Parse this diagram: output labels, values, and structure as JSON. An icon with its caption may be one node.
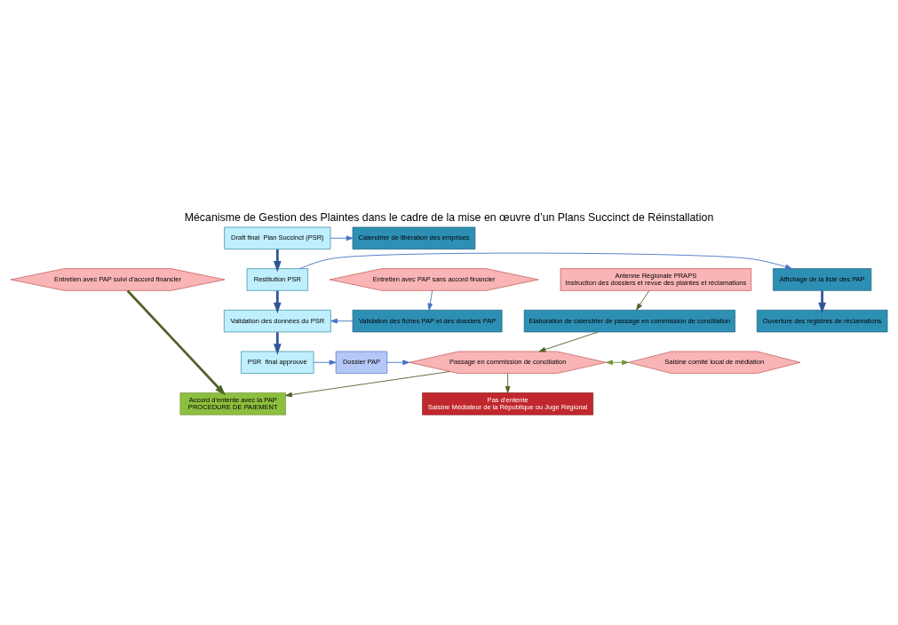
{
  "diagram": {
    "title": "Mécanisme de Gestion des Plaintes dans le cadre de la mise en œuvre d’un Plans Succinct de Réinstallation",
    "nodes": [
      {
        "text": [
          "Draft final  Plan Succinct (PSR)"
        ]
      },
      {
        "text": [
          "Calendrier de libération des emprises"
        ]
      },
      {
        "text": [
          "Restitution PSR"
        ]
      },
      {
        "text": [
          "Affichage de la liste des PAP"
        ]
      },
      {
        "text": [
          "Ouverture des registres de réclamations"
        ]
      },
      {
        "text": [
          "Antenne Régionale PRAPS",
          "Instruction des dossiers et revue des plaintes et réclamations"
        ]
      },
      {
        "text": [
          "Entretien avec PAP suivi d’accord financier"
        ]
      },
      {
        "text": [
          "Entretien avec PAP sans accord financier"
        ]
      },
      {
        "text": [
          "Validation des fiches PAP et des dossiers PAP"
        ]
      },
      {
        "text": [
          "Validation des données du PSR"
        ]
      },
      {
        "text": [
          "Elaboration de calendrier de passage en commission de conciliation"
        ]
      },
      {
        "text": [
          "PSR  final approuvé"
        ]
      },
      {
        "text": [
          "Dossier PAP"
        ]
      },
      {
        "text": [
          "Passage en commission de conciliation"
        ]
      },
      {
        "text": [
          "Saisine comité local de médiation"
        ]
      },
      {
        "text": [
          "Accord d’entente avec la PAP",
          "PROCEDURE DE PAIEMENT"
        ]
      },
      {
        "text": [
          "Pas d’entente",
          "Saisine Médiateur de la République ou Juge Régional"
        ]
      }
    ],
    "edges": [
      {
        "from": 0,
        "to": 1,
        "arrow": "to"
      },
      {
        "from": 0,
        "to": 2,
        "arrow": "to",
        "style": "thick",
        "color": "#2f5597"
      },
      {
        "from": 2,
        "to": 3,
        "arrow": "to"
      },
      {
        "from": 3,
        "to": 4,
        "arrow": "to",
        "style": "thick",
        "color": "#2f5597"
      },
      {
        "from": 2,
        "to": 9,
        "arrow": "to",
        "style": "thick",
        "color": "#2f5597"
      },
      {
        "from": 5,
        "to": 10,
        "arrow": "to",
        "color": "#4f6228"
      },
      {
        "from": 7,
        "to": 8,
        "arrow": "to"
      },
      {
        "from": 8,
        "to": 9,
        "arrow": "to"
      },
      {
        "from": 6,
        "to": 15,
        "arrow": "to",
        "style": "thick",
        "color": "#4f6228"
      },
      {
        "from": 9,
        "to": 11,
        "arrow": "to",
        "style": "thick",
        "color": "#2f5597"
      },
      {
        "from": 10,
        "to": 13,
        "arrow": "to",
        "color": "#4f6228"
      },
      {
        "from": 11,
        "to": 12,
        "arrow": "to"
      },
      {
        "from": 12,
        "to": 13,
        "arrow": "to"
      },
      {
        "from": 13,
        "to": 14,
        "arrow": "both",
        "color": "#77933c"
      },
      {
        "from": 13,
        "to": 15,
        "arrow": "to",
        "color": "#4f6228"
      },
      {
        "from": 13,
        "to": 16,
        "arrow": "to",
        "color": "#4f6228"
      }
    ]
  }
}
